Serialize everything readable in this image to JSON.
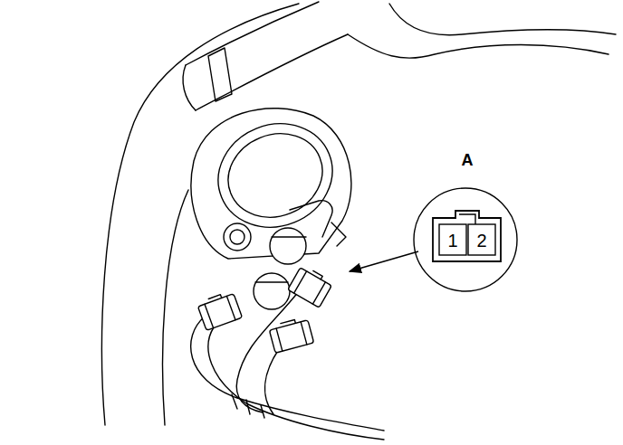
{
  "diagram": {
    "labels": [
      "A",
      "1",
      "2"
    ]
  }
}
